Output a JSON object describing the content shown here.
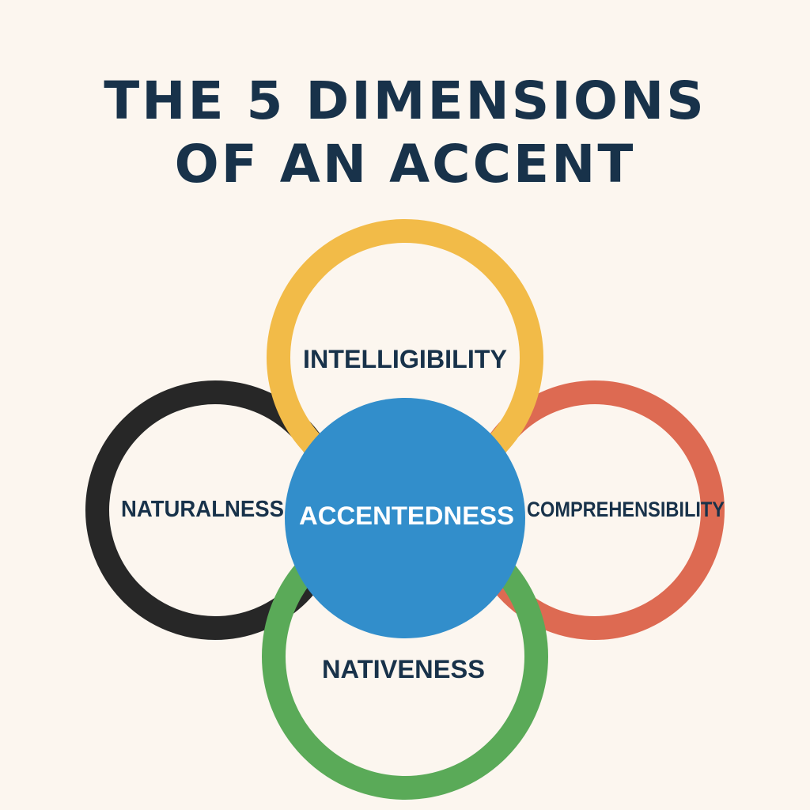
{
  "title": {
    "line1": "THE 5 DIMENSIONS",
    "line2": "OF AN ACCENT"
  },
  "center": {
    "label": "ACCENTEDNESS",
    "color": "#328ecb"
  },
  "dimensions": [
    {
      "key": "intelligibility",
      "label": "INTELLIGIBILITY",
      "color": "#f2bb48"
    },
    {
      "key": "naturalness",
      "label": "NATURALNESS",
      "color": "#272727"
    },
    {
      "key": "comprehensibility",
      "label": "COMPREHENSIBILITY",
      "color": "#dd6a52"
    },
    {
      "key": "nativeness",
      "label": "NATIVENESS",
      "color": "#5aaa58"
    }
  ],
  "colors": {
    "background": "#fcf6ef",
    "text": "#18324a"
  }
}
